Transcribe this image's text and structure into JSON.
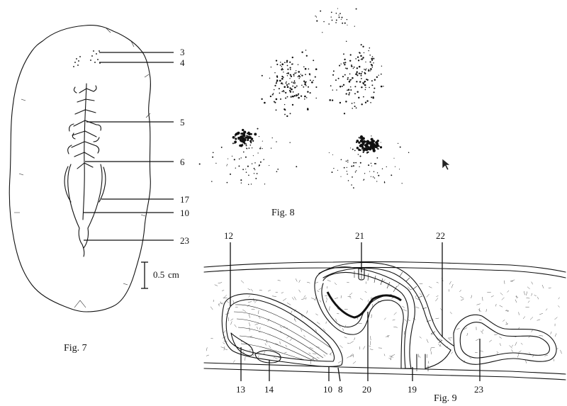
{
  "figures": {
    "fig7": {
      "caption": "Fig. 7",
      "labels": [
        "3",
        "4",
        "5",
        "6",
        "17",
        "10",
        "23"
      ],
      "scale_bar": {
        "value": "0.5",
        "unit": "cm"
      }
    },
    "fig8": {
      "caption": "Fig. 8"
    },
    "fig9": {
      "caption": "Fig. 9",
      "labels": [
        "12",
        "21",
        "22",
        "13",
        "14",
        "10",
        "8",
        "20",
        "19",
        "23"
      ]
    }
  },
  "colors": {
    "ink": "#111111",
    "background": "#ffffff"
  },
  "icons": {
    "cursor": "mouse-pointer-icon"
  }
}
